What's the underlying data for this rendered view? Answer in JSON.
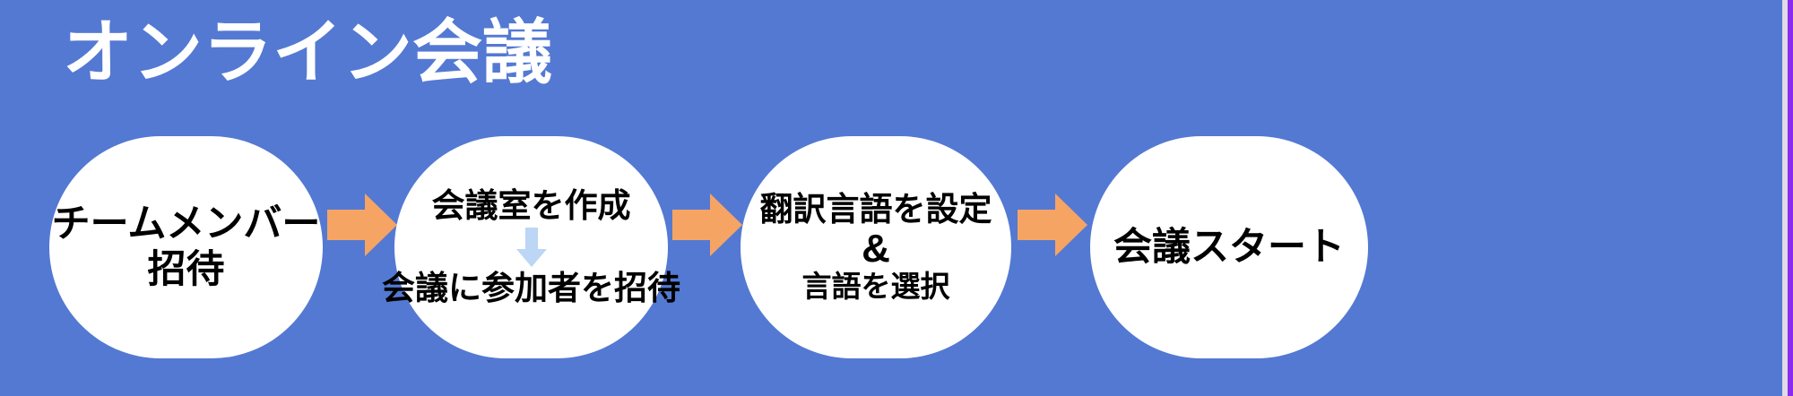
{
  "slide": {
    "title": "オンライン会議",
    "background_color": "#5479D3",
    "node_fill_color": "#FFFFFF",
    "node_text_color": "#000000",
    "connector_arrow_color": "#F6A464",
    "inner_arrow_color": "#BCD6F5",
    "edge_rule_color": "#8B2BF0",
    "edge_gutter_color": "#DEDCE6"
  },
  "flow": {
    "nodes": [
      {
        "id": "team-member-invite",
        "lines": [
          "チームメンバー",
          "招待"
        ]
      },
      {
        "id": "create-meeting-room",
        "lines": [
          "会議室を作成",
          "会議に参加者を招待"
        ],
        "inner_icon": "down-arrow-icon"
      },
      {
        "id": "set-translation-language",
        "lines": [
          "翻訳言語を設定",
          "&",
          "言語を選択"
        ]
      },
      {
        "id": "start-meeting",
        "lines": [
          "会議スタート"
        ]
      }
    ],
    "connectors": [
      {
        "id": "connector-1",
        "icon": "right-arrow-icon"
      },
      {
        "id": "connector-2",
        "icon": "right-arrow-icon"
      },
      {
        "id": "connector-3",
        "icon": "right-arrow-icon"
      }
    ]
  }
}
